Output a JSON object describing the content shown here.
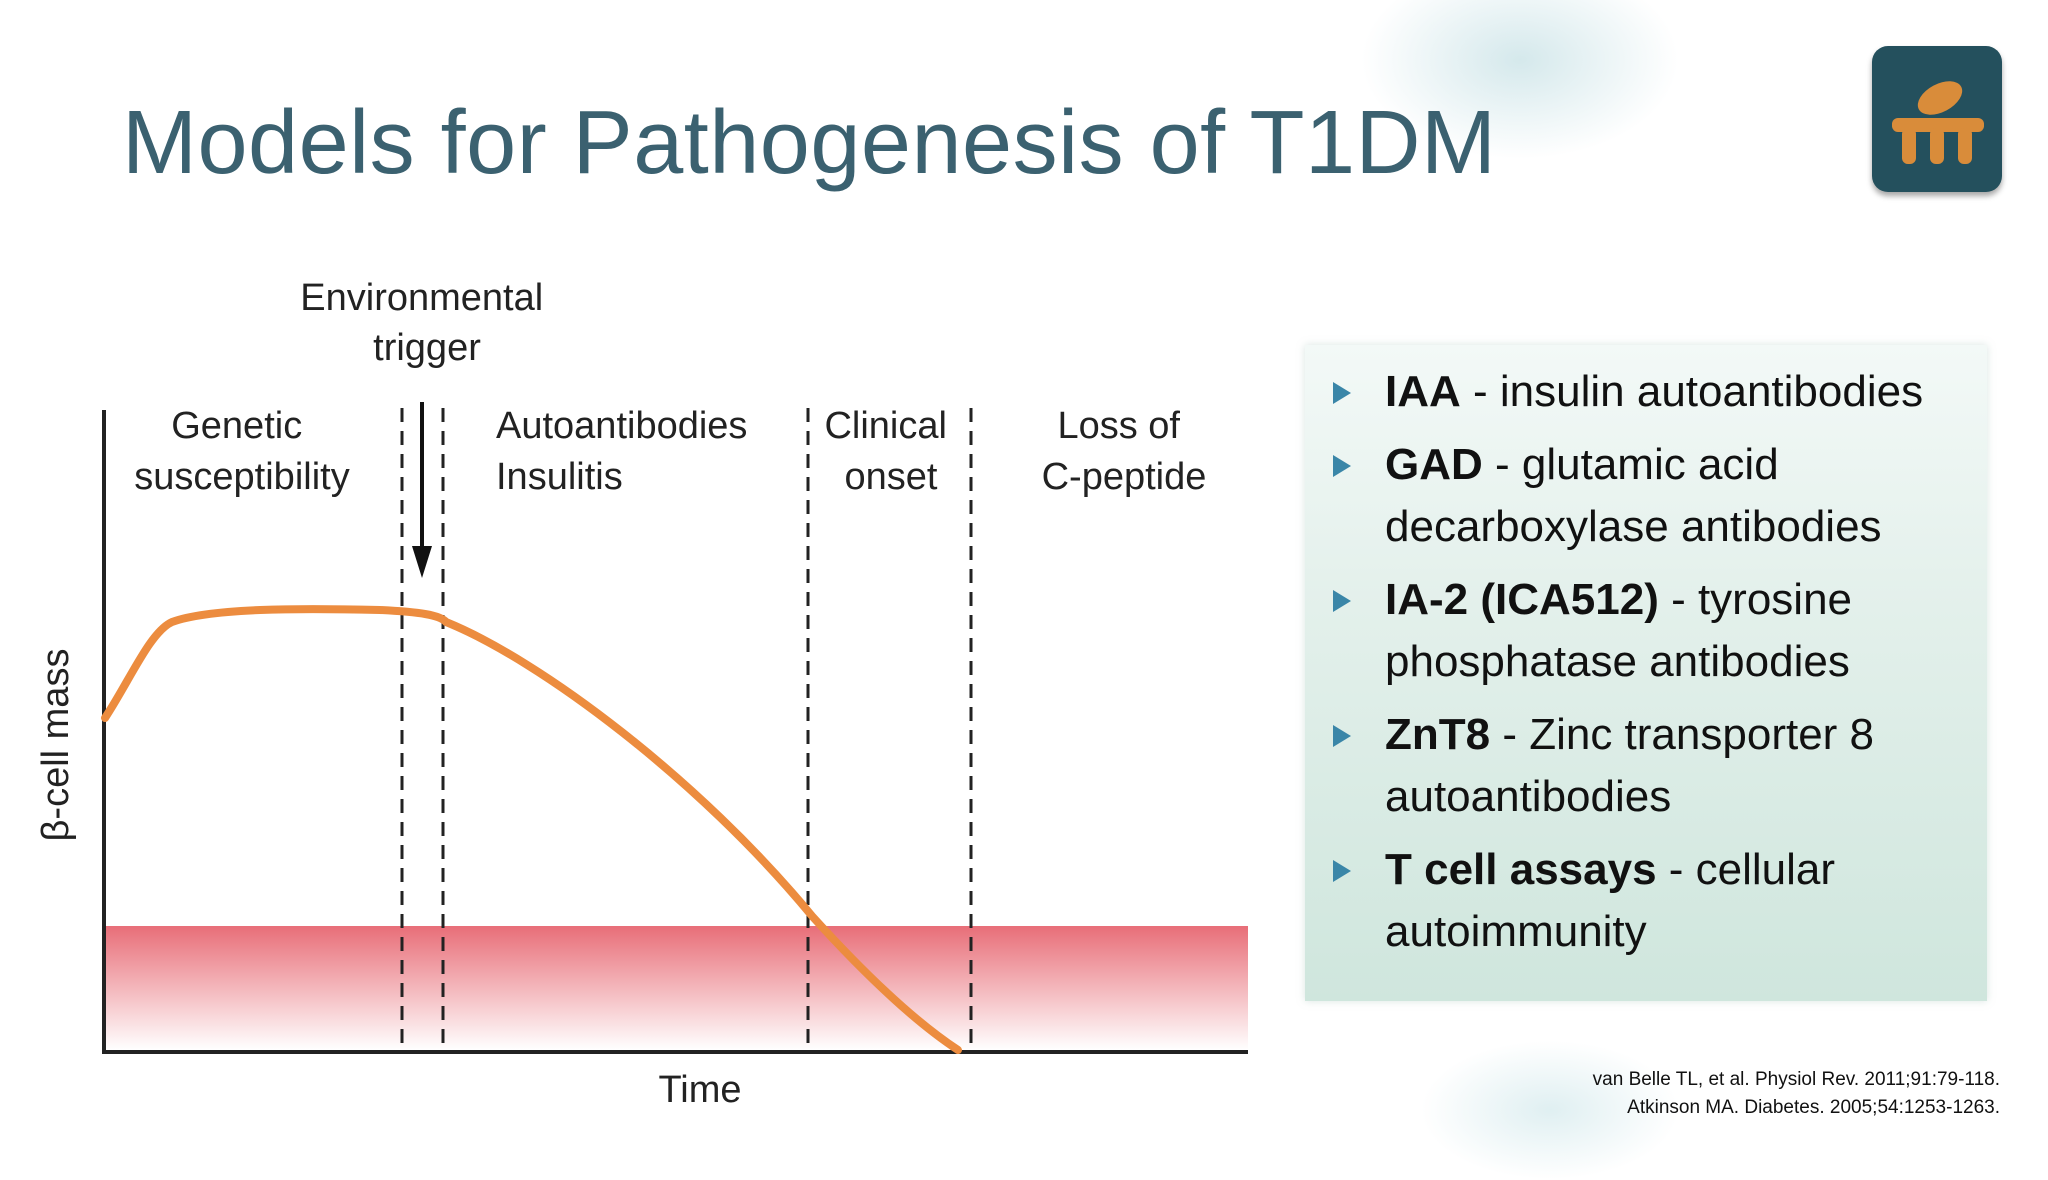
{
  "slide": {
    "title": "Models for Pathogenesis of T1DM"
  },
  "logo": {
    "icon": "university-logo-icon",
    "background": "#24505d",
    "accent": "#d98c3a"
  },
  "diagram": {
    "stage_labels": {
      "environmental_trigger": [
        "Environmental",
        "trigger"
      ],
      "genetic_susceptibility": [
        "Genetic",
        "susceptibility"
      ],
      "autoantibodies_insulitis": [
        "Autoantibodies",
        "Insulitis"
      ],
      "clinical_onset": [
        "Clinical",
        "onset"
      ],
      "loss_of_cpeptide": [
        "Loss of",
        "C-peptide"
      ]
    },
    "x_axis_label": "Time",
    "y_axis_label": "β-cell mass",
    "curve_color": "#ec8c3f",
    "threshold_band_color": "#e86e78"
  },
  "markers": [
    {
      "label": "IAA",
      "description": " - insulin autoantibodies"
    },
    {
      "label": "GAD",
      "description": " - glutamic acid decarboxylase antibodies"
    },
    {
      "label": "IA-2 (ICA512)",
      "description": " - tyrosine phosphatase antibodies"
    },
    {
      "label": "ZnT8",
      "description": " - Zinc transporter 8 autoantibodies"
    },
    {
      "label": "T cell assays",
      "description": " - cellular autoimmunity"
    }
  ],
  "references": [
    "van Belle TL, et al. Physiol Rev. 2011;91:79-118.",
    "Atkinson MA. Diabetes. 2005;54:1253-1263."
  ]
}
